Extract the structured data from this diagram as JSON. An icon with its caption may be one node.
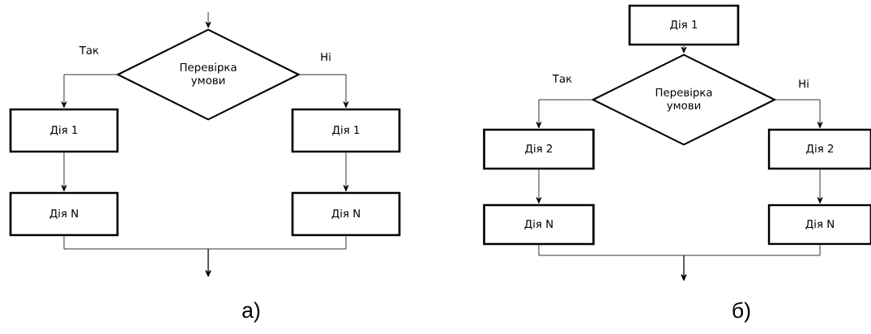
{
  "diagram": {
    "nodes": [
      {
        "text": [
          "Перевірка умови"
        ]
      },
      {
        "text": [
          "Дія 1"
        ]
      },
      {
        "text": [
          "Дія N"
        ]
      },
      {
        "text": [
          "Дія 1"
        ]
      },
      {
        "text": [
          "Дія N"
        ]
      },
      {
        "text": [
          "Дія 1"
        ]
      },
      {
        "text": [
          "Перевірка умови"
        ]
      },
      {
        "text": [
          "Дія 2"
        ]
      },
      {
        "text": [
          "Дія N"
        ]
      },
      {
        "text": [
          "Дія 2"
        ]
      },
      {
        "text": [
          "Дія N"
        ]
      }
    ],
    "edges": [
      {
        "from": null,
        "to": 0,
        "arrow": "to"
      },
      {
        "from": 0,
        "to": 1,
        "arrow": "to",
        "label": "Так"
      },
      {
        "from": 0,
        "to": 3,
        "arrow": "to",
        "label": "Ні"
      },
      {
        "from": 1,
        "to": 2,
        "arrow": "to"
      },
      {
        "from": 3,
        "to": 4,
        "arrow": "to"
      },
      {
        "from": 2,
        "to": null,
        "arrow": "to"
      },
      {
        "from": 4,
        "to": null,
        "arrow": "to"
      },
      {
        "from": 5,
        "to": 6,
        "arrow": "to"
      },
      {
        "from": 6,
        "to": 7,
        "arrow": "to",
        "label": "Так"
      },
      {
        "from": 6,
        "to": 9,
        "arrow": "to",
        "label": "Ні"
      },
      {
        "from": 7,
        "to": 8,
        "arrow": "to"
      },
      {
        "from": 9,
        "to": 10,
        "arrow": "to"
      },
      {
        "from": 8,
        "to": null,
        "arrow": "to"
      },
      {
        "from": 10,
        "to": null,
        "arrow": "to"
      }
    ],
    "labels": [
      "а)",
      "б)"
    ]
  }
}
